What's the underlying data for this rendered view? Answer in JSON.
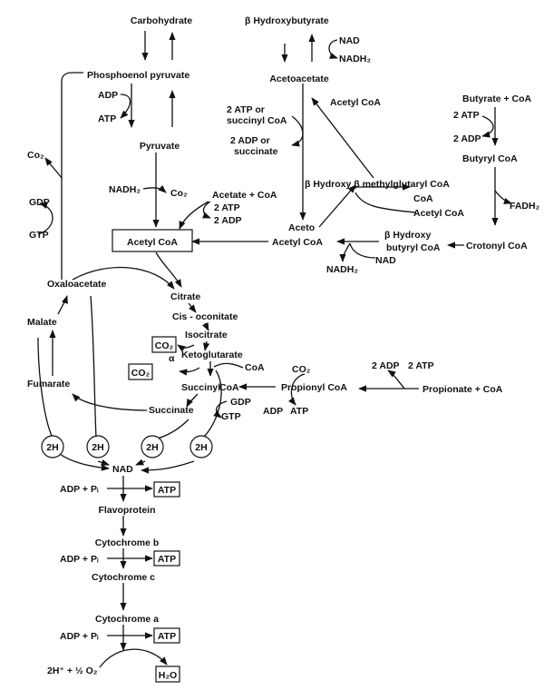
{
  "labels": {
    "carbohydrate": "Carbohydrate",
    "pep": "Phosphoenol   pyruvate",
    "adp_pk": "ADP",
    "atp_pk": "ATP",
    "pyruvate": "Pyruvate",
    "nadh2_pdh": "NADH₂",
    "co2_pdh": "Co₂",
    "acetate_coa": "Acetate + CoA",
    "two_atp_acs": "2 ATP",
    "two_adp_acs": "2 ADP",
    "acetyl_coa": "Acetyl  CoA",
    "co2_pepck": "Co₂",
    "gdp_pepck": "GDP",
    "gtp_pepck": "GTP",
    "b_hydroxybutyrate": "β  Hydroxybutyrate",
    "nad_bhb": "NAD",
    "nadh2_bhb": "NADH₂",
    "acetoacetate": "Acetoacetate",
    "two_atp_or": "2 ATP or",
    "succinyl_coa_or": "succinyl CoA",
    "two_adp_or": "2 ADP or",
    "succinate_or": "succinate",
    "acetyl_coa_top": "Acetyl  CoA",
    "hmg": "β  Hydroxy   β  methylglutaryl  CoA",
    "coa_hmg": "CoA",
    "acetyl_coa_hmg": "Acetyl  CoA",
    "aceto": "Aceto",
    "acetyl_coa_aa": "Acetyl  CoA",
    "b_hydroxy": "β  Hydroxy",
    "butyryl_coa_bh": "butyryl  CoA",
    "nadh2_bh": "NADH₂",
    "nad_bh": "NAD",
    "butyrate_coa": "Butyrate + CoA",
    "two_atp_but": "2 ATP",
    "two_adp_but": "2 ADP",
    "butyryl_coa": "Butyryl   CoA",
    "fadh2": "FADH₂",
    "crotonyl_coa": "Crotonyl  CoA",
    "oxaloacetate": "Oxaloacetate",
    "citrate": "Citrate",
    "cis_aconitate": "Cis - oconitate",
    "isocitrate": "Isocitrate",
    "co2_box1": "CO₂",
    "alpha": "α",
    "ketoglutarate": "Ketoglutarate",
    "co2_box2": "CO₂",
    "coa_akg": "CoA",
    "malate": "Malate",
    "fumarate": "Fumarate",
    "succinyl": "Succinyl",
    "coa_succinyl": "CoA",
    "gdp_scs": "GDP",
    "succinate": "Succinate",
    "gtp_scs": "GTP",
    "co2_ppc": "CO₂",
    "propionyl_coa": "Propionyl  CoA",
    "adp_ppc": "ADP",
    "atp_ppc": "ATP",
    "two_adp_prop": "2 ADP",
    "two_atp_prop": "2 ATP",
    "propionate_coa": "Propionate  +  CoA",
    "two_h": "2H",
    "nad": "NAD",
    "adp_pi_1": "ADP + Pᵢ",
    "atp_box1": "ATP",
    "flavoprotein": "Flavoprotein",
    "cytochrome_b": "Cytochrome   b",
    "adp_pi_2": "ADP + Pᵢ",
    "atp_box2": "ATP",
    "cytochrome_c": "Cytochrome   c",
    "cytochrome_a": "Cytochrome   a",
    "adp_pi_3": "ADP + Pᵢ",
    "atp_box3": "ATP",
    "proton_oxygen": "2H⁺ + ½ O₂",
    "water": "H₂O"
  }
}
